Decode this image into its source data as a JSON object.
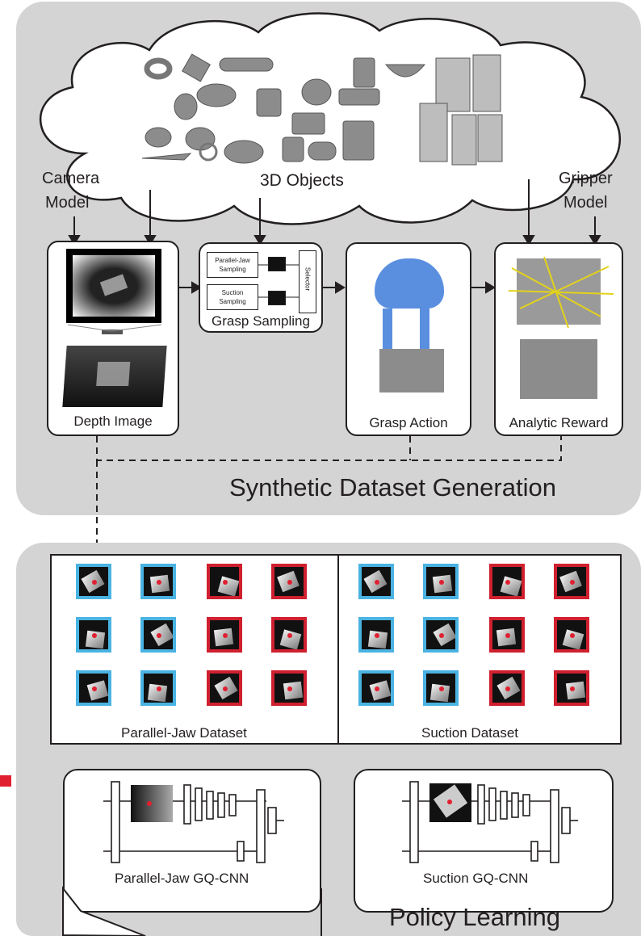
{
  "top_panel": {
    "title": "Synthetic Dataset Generation",
    "cloud_label": "3D Objects",
    "camera_model": [
      "Camera",
      "Model"
    ],
    "gripper_model": [
      "Gripper",
      "Model"
    ],
    "boxes": {
      "depth_image": "Depth Image",
      "grasp_sampling": "Grasp Sampling",
      "grasp_action": "Grasp Action",
      "analytic_reward": "Analytic Reward"
    },
    "sampler": {
      "parallel_jaw": [
        "Parallel-Jaw",
        "Sampling"
      ],
      "suction": [
        "Suction",
        "Sampling"
      ],
      "selector": "Selector"
    }
  },
  "bottom_panel": {
    "title": "Policy Learning",
    "datasets": {
      "parallel_jaw": "Parallel-Jaw Dataset",
      "suction": "Suction Dataset"
    },
    "networks": {
      "parallel_jaw": "Parallel-Jaw GQ-CNN",
      "suction": "Suction GQ-CNN"
    },
    "positive_color": "#4ab3e2",
    "negative_color": "#d0202f",
    "parallel_jaw_tiles": [
      [
        "pos",
        "pos",
        "neg",
        "neg"
      ],
      [
        "pos",
        "pos",
        "neg",
        "neg"
      ],
      [
        "pos",
        "pos",
        "neg",
        "neg"
      ]
    ],
    "suction_tiles": [
      [
        "pos",
        "pos",
        "neg",
        "neg"
      ],
      [
        "pos",
        "pos",
        "neg",
        "neg"
      ],
      [
        "pos",
        "pos",
        "neg",
        "neg"
      ]
    ]
  }
}
